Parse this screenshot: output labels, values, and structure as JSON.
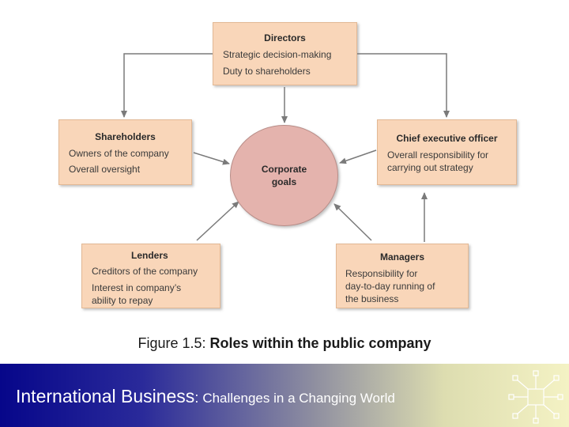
{
  "directors": {
    "title": "Directors",
    "lines": [
      "Strategic decision-making",
      "Duty to shareholders"
    ]
  },
  "shareholders": {
    "title": "Shareholders",
    "lines": [
      "Owners of the company",
      "Overall oversight"
    ]
  },
  "ceo": {
    "title": "Chief executive officer",
    "lines": [
      "Overall responsibility for",
      "carrying out strategy"
    ]
  },
  "lenders": {
    "title": "Lenders",
    "lines": [
      "Creditors of the company",
      "Interest in company’s",
      "ability to repay"
    ]
  },
  "managers": {
    "title": "Managers",
    "lines": [
      "Responsibility for",
      "day-to-day running of",
      "the business"
    ]
  },
  "center": {
    "line1": "Corporate",
    "line2": "goals"
  },
  "caption": {
    "prefix": "Figure 1.5: ",
    "title": "Roles within the public company"
  },
  "footer": {
    "main": "International Business",
    "sep": ": ",
    "sub": "Challenges in a Changing World"
  },
  "colors": {
    "box_fill": "#f9d6b9",
    "circle_fill": "#e4b3ad",
    "arrow": "#7a7a7a",
    "footer_left": "#06068a",
    "footer_right": "#f4f2c4"
  },
  "icons": {
    "emblem": "network-emblem-icon"
  }
}
